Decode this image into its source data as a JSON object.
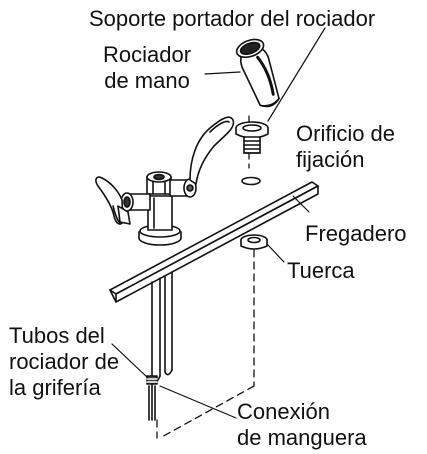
{
  "labels": {
    "spray_holder": [
      "Soporte portador del rociador"
    ],
    "hand_spray": [
      "Rociador",
      "de mano"
    ],
    "mounting_hole": [
      "Orificio de",
      "fijación"
    ],
    "sink": [
      "Fregadero"
    ],
    "nut": [
      "Tuerca"
    ],
    "faucet_spray_tubes": [
      "Tubos del",
      "rociador de",
      "la grifería"
    ],
    "hose_connection": [
      "Conexión",
      "de manguera"
    ]
  }
}
